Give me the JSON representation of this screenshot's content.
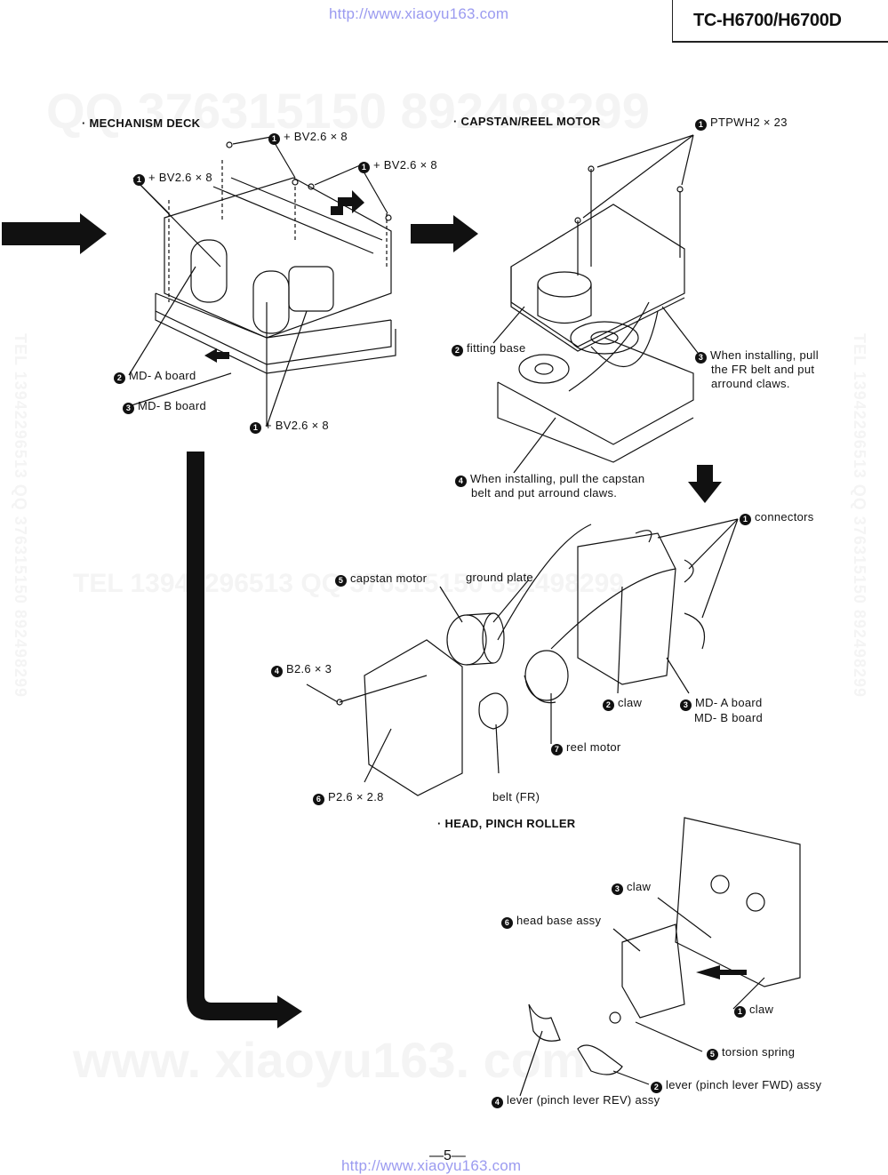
{
  "header": {
    "watermark_url_top": "http://www.xiaoyu163.com",
    "model": "TC-H6700/H6700D"
  },
  "watermarks": {
    "top_qq": "QQ 376315150  892498299",
    "mid": "TEL 13942296513  QQ 376315150  892498299",
    "bottom": "www. xiaoyu163. com",
    "side_left": "TEL 13942296513  QQ 376315150  892498299",
    "side_right": "TEL 13942296513  QQ 376315150  892498299"
  },
  "sections": {
    "mechanism_deck": {
      "title": "·  MECHANISM  DECK",
      "labels": [
        {
          "num": "1",
          "text": "+ BV2.6 × 8"
        },
        {
          "num": "1",
          "text": "+ BV2.6 × 8"
        },
        {
          "num": "1",
          "text": "+ BV2.6 × 8"
        },
        {
          "num": "2",
          "text": "MD- A  board"
        },
        {
          "num": "3",
          "text": "MD- B  board"
        },
        {
          "num": "1",
          "text": "+ BV2.6 × 8"
        }
      ]
    },
    "capstan_reel_motor": {
      "title": "·  CAPSTAN/REEL  MOTOR",
      "labels": [
        {
          "num": "1",
          "text": "PTPWH2 × 23"
        },
        {
          "num": "2",
          "text": "fitting  base"
        },
        {
          "num": "3",
          "text": "When  installing,  pull"
        },
        {
          "num": "",
          "text": "the  FR  belt  and  put"
        },
        {
          "num": "",
          "text": "arround  claws."
        },
        {
          "num": "4",
          "text": "When  installing,  pull  the  capstan"
        },
        {
          "num": "",
          "text": "belt  and  put  arround  claws."
        }
      ]
    },
    "motor_exploded": {
      "labels": [
        {
          "num": "1",
          "text": "connectors"
        },
        {
          "num": "5",
          "text": "capstan  motor"
        },
        {
          "num": "",
          "text": "ground  plate"
        },
        {
          "num": "4",
          "text": "B2.6 × 3"
        },
        {
          "num": "2",
          "text": "claw"
        },
        {
          "num": "3",
          "text": "MD- A  board"
        },
        {
          "num": "",
          "text": "MD- B  board"
        },
        {
          "num": "7",
          "text": "reel  motor"
        },
        {
          "num": "6",
          "text": "P2.6 × 2.8"
        },
        {
          "num": "",
          "text": "belt  (FR)"
        }
      ]
    },
    "head_pinch_roller": {
      "title": "·  HEAD,  PINCH  ROLLER",
      "labels": [
        {
          "num": "3",
          "text": "claw"
        },
        {
          "num": "6",
          "text": "head  base  assy"
        },
        {
          "num": "1",
          "text": "claw"
        },
        {
          "num": "5",
          "text": "torsion  spring"
        },
        {
          "num": "2",
          "text": "lever  (pinch  lever  FWD)  assy"
        },
        {
          "num": "4",
          "text": "lever  (pinch  lever  REV)  assy"
        }
      ]
    }
  },
  "footer": {
    "page_number": "—5—",
    "watermark_url_bottom": "http://www.xiaoyu163.com"
  }
}
